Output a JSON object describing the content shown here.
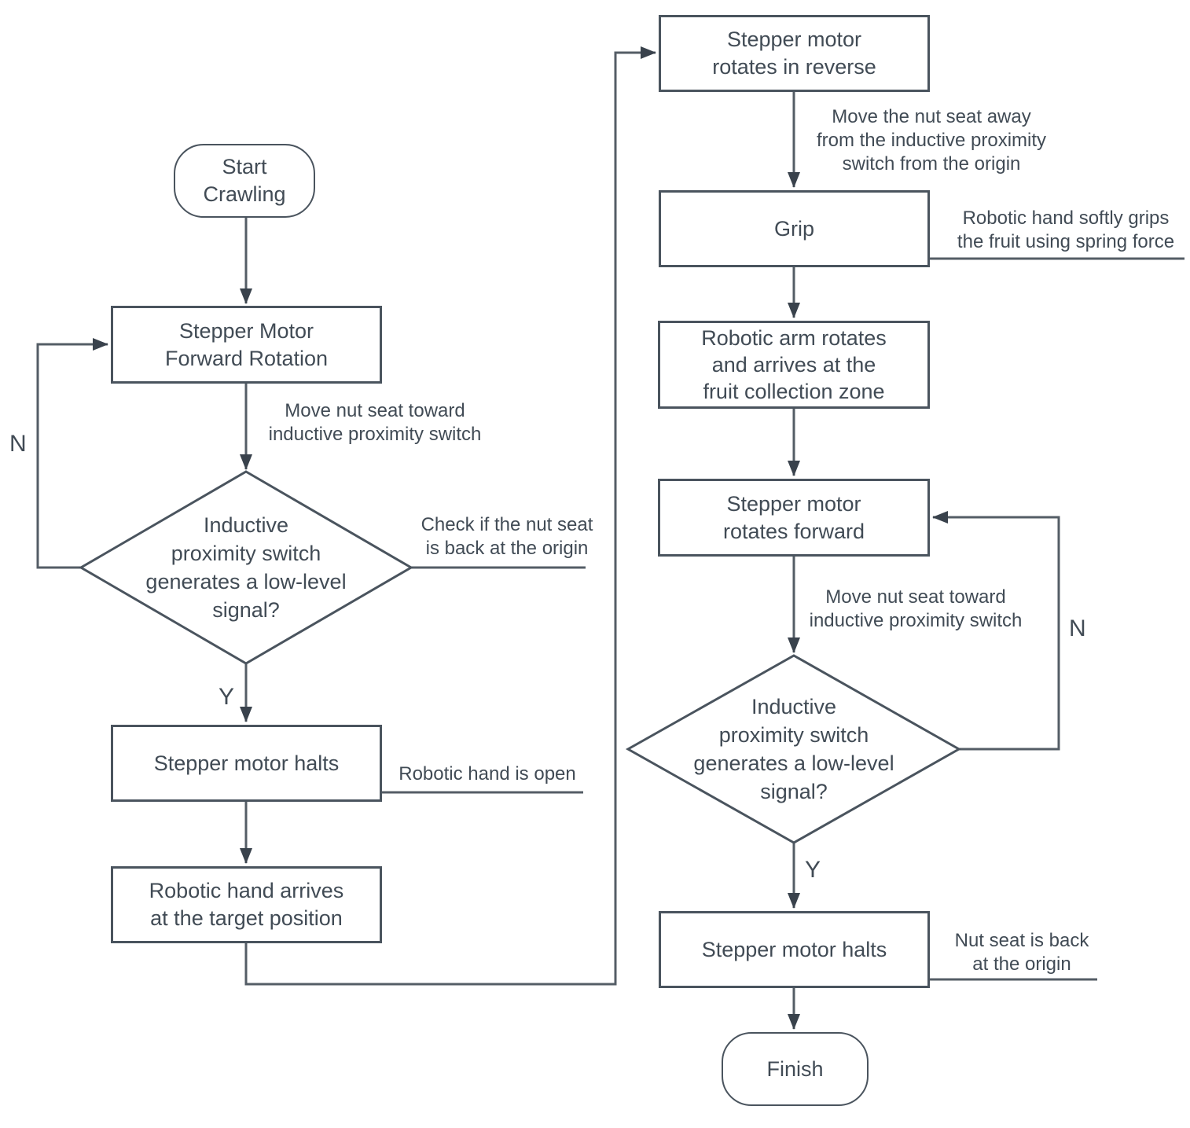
{
  "flowchart": {
    "colors": {
      "stroke": "#4a545e",
      "line": "#545d66",
      "text": "#414b55",
      "arrow": "#39424c",
      "background": "#ffffff"
    },
    "nodes": {
      "start": {
        "label": "Start\nCrawling"
      },
      "forward_rotation": {
        "label": "Stepper Motor\nForward Rotation"
      },
      "decision_left": {
        "label": "Inductive\nproximity switch\ngenerates a low-level\nsignal?"
      },
      "motor_halts_left": {
        "label": "Stepper motor halts"
      },
      "hand_arrives": {
        "label": "Robotic hand arrives\nat the target position"
      },
      "reverse_rotation": {
        "label": "Stepper motor\nrotates in reverse"
      },
      "grip": {
        "label": "Grip"
      },
      "arm_rotates": {
        "label": "Robotic arm rotates\nand arrives at the\nfruit collection zone"
      },
      "forward_rotation_2": {
        "label": "Stepper motor\nrotates forward"
      },
      "decision_right": {
        "label": "Inductive\nproximity switch\ngenerates a low-level\nsignal?"
      },
      "motor_halts_right": {
        "label": "Stepper motor halts"
      },
      "finish": {
        "label": "Finish"
      }
    },
    "edge_labels": {
      "move_toward_left": "Move nut seat toward\ninductive proximity switch",
      "check_origin": "Check if the nut seat\nis back at the origin",
      "hand_open": "Robotic hand is open",
      "move_away": "Move the nut seat away\nfrom the inductive proximity\nswitch from the origin",
      "soft_grip": "Robotic hand softly grips\nthe fruit using spring force",
      "move_toward_right": "Move nut seat toward\ninductive proximity switch",
      "seat_back": "Nut seat is back\nat the origin"
    },
    "branch_labels": {
      "left_no": "N",
      "left_yes": "Y",
      "right_no": "N",
      "right_yes": "Y"
    }
  }
}
